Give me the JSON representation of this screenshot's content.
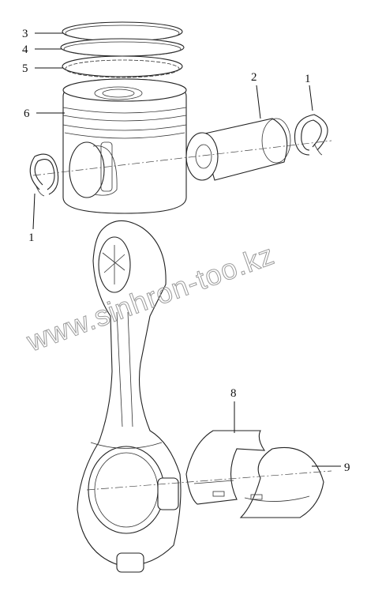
{
  "diagram": {
    "callouts": [
      {
        "id": "label-3",
        "text": "3"
      },
      {
        "id": "label-4",
        "text": "4"
      },
      {
        "id": "label-5",
        "text": "5"
      },
      {
        "id": "label-6",
        "text": "6"
      },
      {
        "id": "label-2",
        "text": "2"
      },
      {
        "id": "label-1-right",
        "text": "1"
      },
      {
        "id": "label-1-left",
        "text": "1"
      },
      {
        "id": "label-8",
        "text": "8"
      },
      {
        "id": "label-9",
        "text": "9"
      }
    ],
    "watermark": "www.sinhron-too.kz"
  }
}
